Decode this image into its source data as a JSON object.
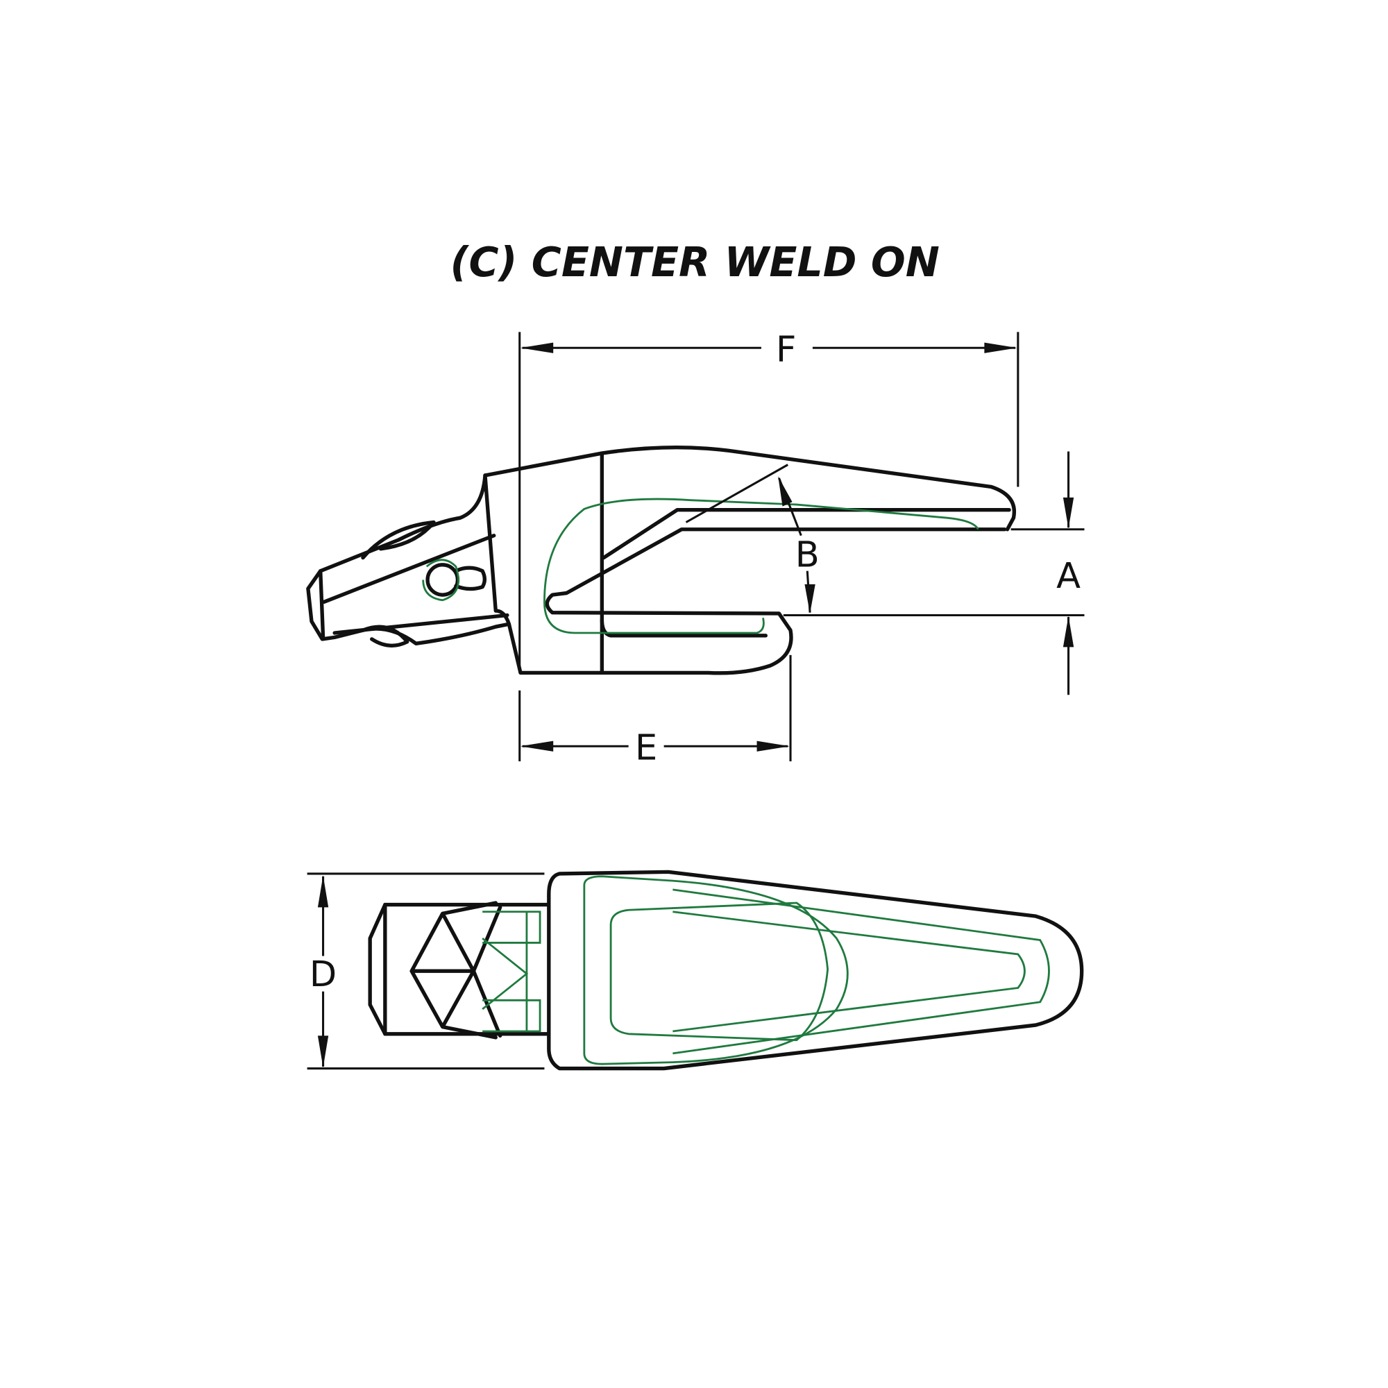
{
  "title": "(C) CENTER WELD ON",
  "dimensions": {
    "a": "A",
    "b": "B",
    "d": "D",
    "e": "E",
    "f": "F"
  },
  "colors": {
    "outline": "#111111",
    "hidden_lines": "#1f7a3f"
  }
}
